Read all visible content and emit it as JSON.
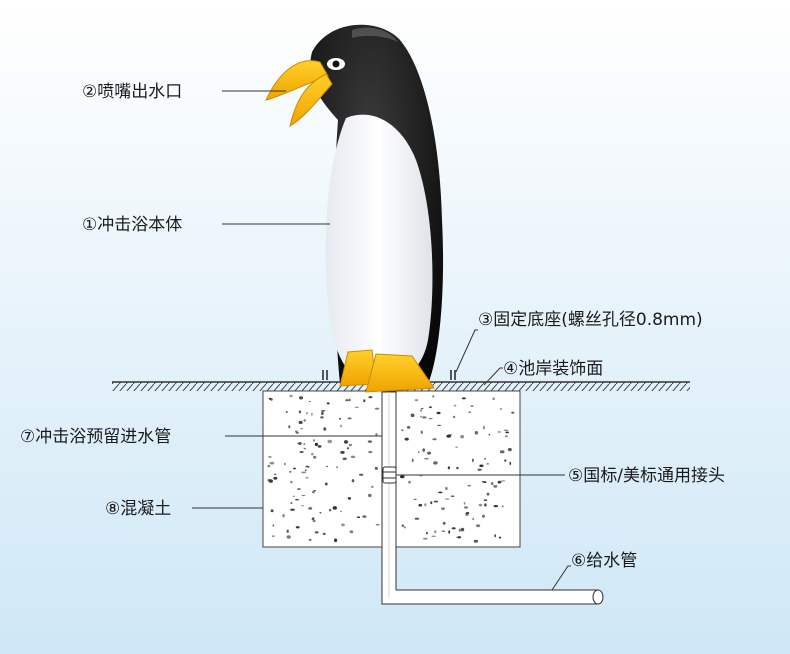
{
  "labels": {
    "nozzle": "②喷嘴出水口",
    "body": "①冲击浴本体",
    "base": "③固定底座(螺丝孔径0.8mm)",
    "pool_surface": "④池岸装饰面",
    "inlet_pipe": "⑦冲击浴预留进水管",
    "joint": "⑤国标/美标通用接头",
    "concrete": "⑧混凝土",
    "supply_pipe": "⑥给水管"
  },
  "colors": {
    "penguin_black": "#101010",
    "penguin_white": "#f7f8fb",
    "penguin_yellow": "#f7b80f",
    "concrete_dots": "#2a2a2a",
    "leader_line": "#333333"
  }
}
